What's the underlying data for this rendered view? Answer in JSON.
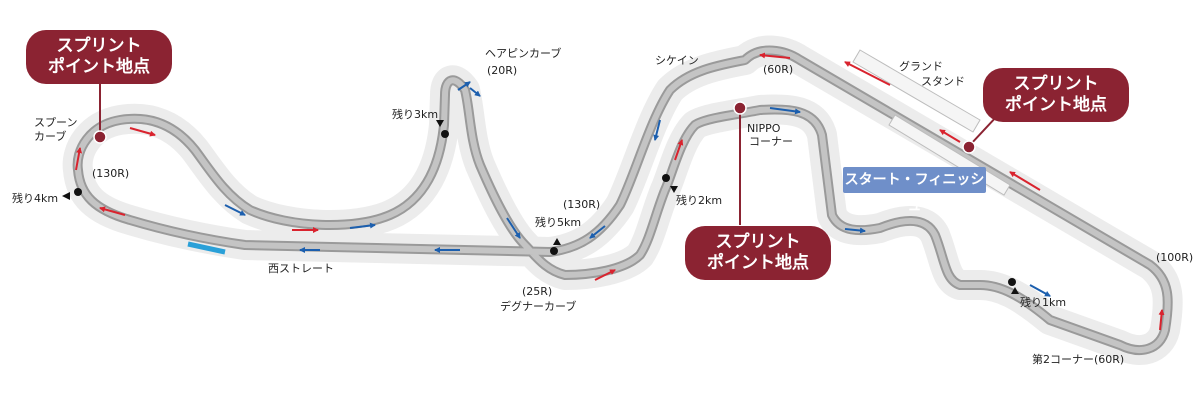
{
  "labels": {
    "hairpin": "ヘアピンカーブ",
    "hairpin_r": "(20R)",
    "spoon_line1": "スプーン",
    "spoon_line2": "カーブ",
    "spoon_r": "(130R)",
    "remain4": "残り4km",
    "remain3": "残り3km",
    "remain5": "残り5km",
    "remain2": "残り2km",
    "remain1": "残り1km",
    "r130": "(130R)",
    "nishi_straight": "西ストレート",
    "degner_r": "(25R)",
    "degner": "デグナーカーブ",
    "chicane": "シケイン",
    "r60": "(60R)",
    "nippo_line1": "NIPPO",
    "nippo_line2": "コーナー",
    "grandstand_line1": "グランド",
    "grandstand_line2": "スタンド",
    "r100": "(100R)",
    "corner2": "第2コーナー(60R)"
  },
  "sprint": {
    "line1": "スプリント",
    "line2": "ポイント地点"
  },
  "start_finish": "スタート・フィニッシュ",
  "colors": {
    "track": "#b5b5b5",
    "runoff": "#ececec",
    "sprint_box": "#8b2332",
    "start_finish_box": "#6f8fc9",
    "arrow_red": "#d9232e",
    "arrow_blue": "#1c5fae"
  }
}
